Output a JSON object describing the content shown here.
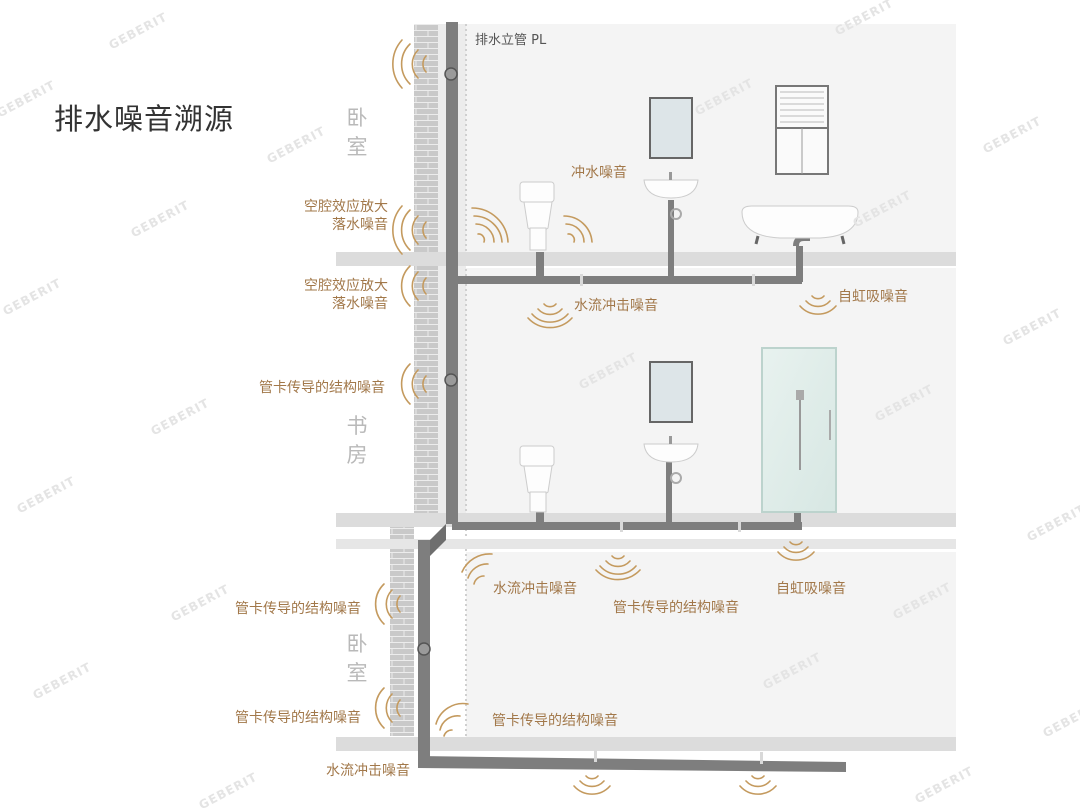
{
  "title": "排水噪音溯源",
  "pipe_label": "排水立管 PL",
  "rooms": {
    "top": [
      "卧",
      "室"
    ],
    "middle": [
      "书",
      "房"
    ],
    "bottom": [
      "卧",
      "室"
    ]
  },
  "labels": {
    "flush": "冲水噪音",
    "cavity_1": [
      "空腔效应放大",
      "落水噪音"
    ],
    "cavity_2": [
      "空腔效应放大",
      "落水噪音"
    ],
    "impact_1": "水流冲击噪音",
    "siphon_1": "自虹吸噪音",
    "clamp_1": "管卡传导的结构噪音",
    "impact_2": "水流冲击噪音",
    "clamp_2": "管卡传导的结构噪音",
    "siphon_2": "自虹吸噪音",
    "clamp_3": "管卡传导的结构噪音",
    "clamp_4": "管卡传导的结构噪音",
    "clamp_5": "管卡传导的结构噪音",
    "impact_3": "水流冲击噪音"
  },
  "watermark": "GEBERIT",
  "colors": {
    "label": "#a2784a",
    "wave": "#c49a5e",
    "pipe": "#7e7e7e",
    "pipe_dark": "#5e5e5e",
    "slab": "#dcdcdc",
    "wall_bg": "#f3f3f3",
    "brick": "#bdbdbd"
  }
}
